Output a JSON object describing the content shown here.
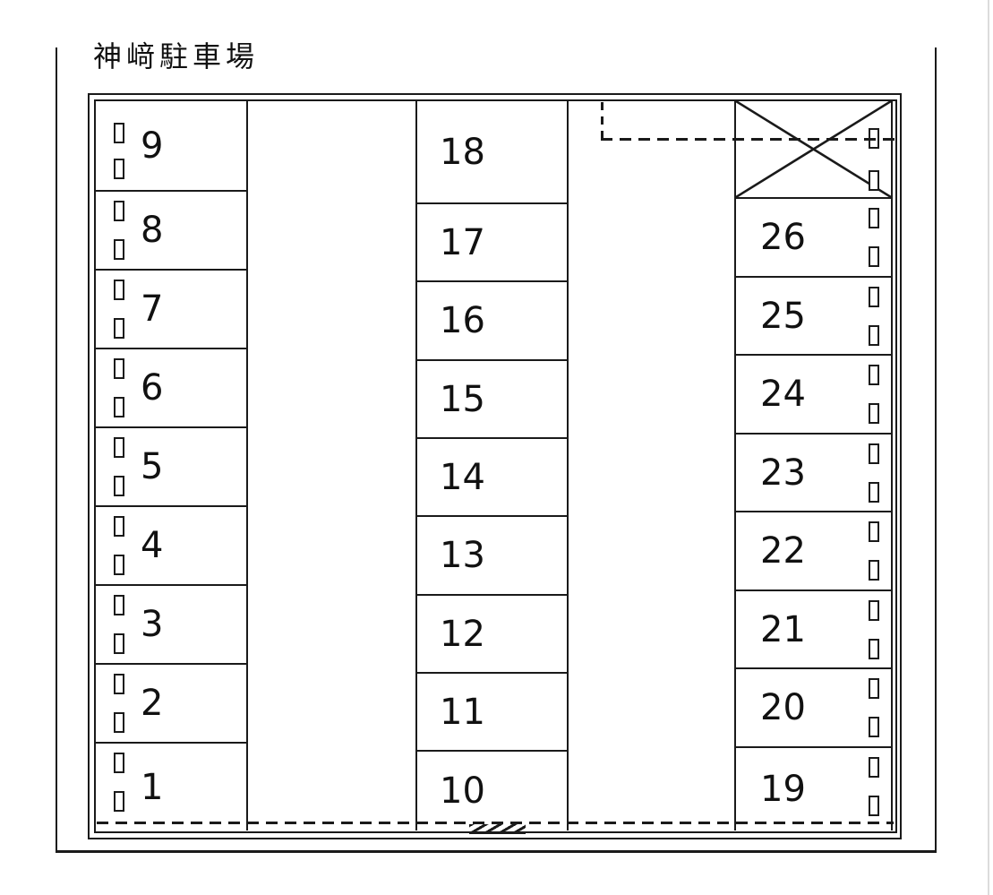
{
  "title": "神﨑駐車場",
  "colors": {
    "line": "#1a1a1a",
    "background": "#ffffff"
  },
  "map": {
    "columns": [
      {
        "id": "left",
        "marker_side": "left",
        "spaces": [
          {
            "label": "9",
            "blocked": false
          },
          {
            "label": "8",
            "blocked": false
          },
          {
            "label": "7",
            "blocked": false
          },
          {
            "label": "6",
            "blocked": false
          },
          {
            "label": "5",
            "blocked": false
          },
          {
            "label": "4",
            "blocked": false
          },
          {
            "label": "3",
            "blocked": false
          },
          {
            "label": "2",
            "blocked": false
          },
          {
            "label": "1",
            "blocked": false
          }
        ]
      },
      {
        "id": "middle",
        "marker_side": "none",
        "spaces": [
          {
            "label": "18",
            "blocked": false
          },
          {
            "label": "17",
            "blocked": false
          },
          {
            "label": "16",
            "blocked": false
          },
          {
            "label": "15",
            "blocked": false
          },
          {
            "label": "14",
            "blocked": false
          },
          {
            "label": "13",
            "blocked": false
          },
          {
            "label": "12",
            "blocked": false
          },
          {
            "label": "11",
            "blocked": false
          },
          {
            "label": "10",
            "blocked": false
          }
        ]
      },
      {
        "id": "right",
        "marker_side": "right",
        "spaces": [
          {
            "label": "",
            "blocked": true
          },
          {
            "label": "26",
            "blocked": false
          },
          {
            "label": "25",
            "blocked": false
          },
          {
            "label": "24",
            "blocked": false
          },
          {
            "label": "23",
            "blocked": false
          },
          {
            "label": "22",
            "blocked": false
          },
          {
            "label": "21",
            "blocked": false
          },
          {
            "label": "20",
            "blocked": false
          },
          {
            "label": "19",
            "blocked": false
          }
        ]
      }
    ]
  }
}
